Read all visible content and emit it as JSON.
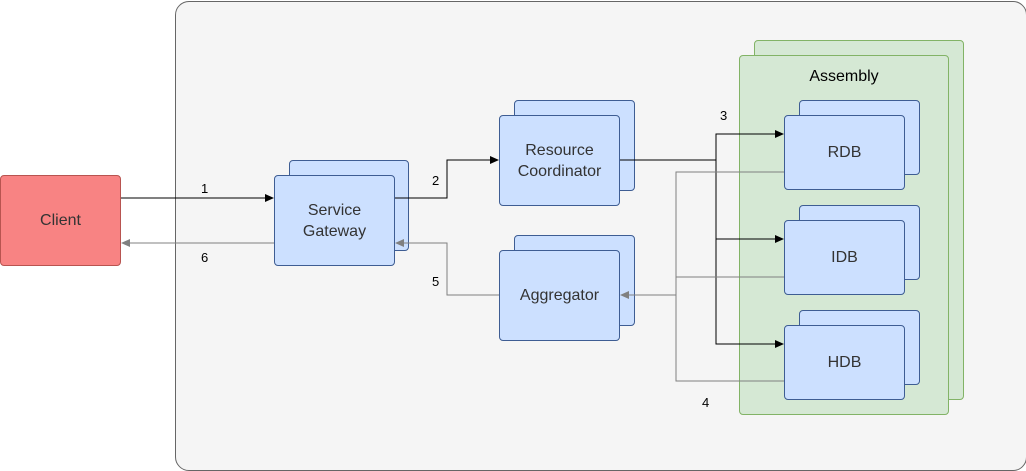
{
  "diagram": {
    "client_label": "Client",
    "gateway_label": "Service Gateway",
    "coordinator_label": "Resource Coordinator",
    "aggregator_label": "Aggregator",
    "assembly_label": "Assembly",
    "rdb_label": "RDB",
    "idb_label": "IDB",
    "hdb_label": "HDB",
    "step_labels": {
      "s1": "1",
      "s2": "2",
      "s3": "3",
      "s4": "4",
      "s5": "5",
      "s6": "6"
    }
  },
  "colors": {
    "container_fill": "#f5f5f5",
    "node_fill": "#cce0ff",
    "node_stroke": "#3e5d93",
    "assembly_fill": "#d5e8d4",
    "assembly_stroke": "#82b366",
    "client_fill": "#f88383",
    "request_line": "#000000",
    "response_line": "#808080"
  }
}
